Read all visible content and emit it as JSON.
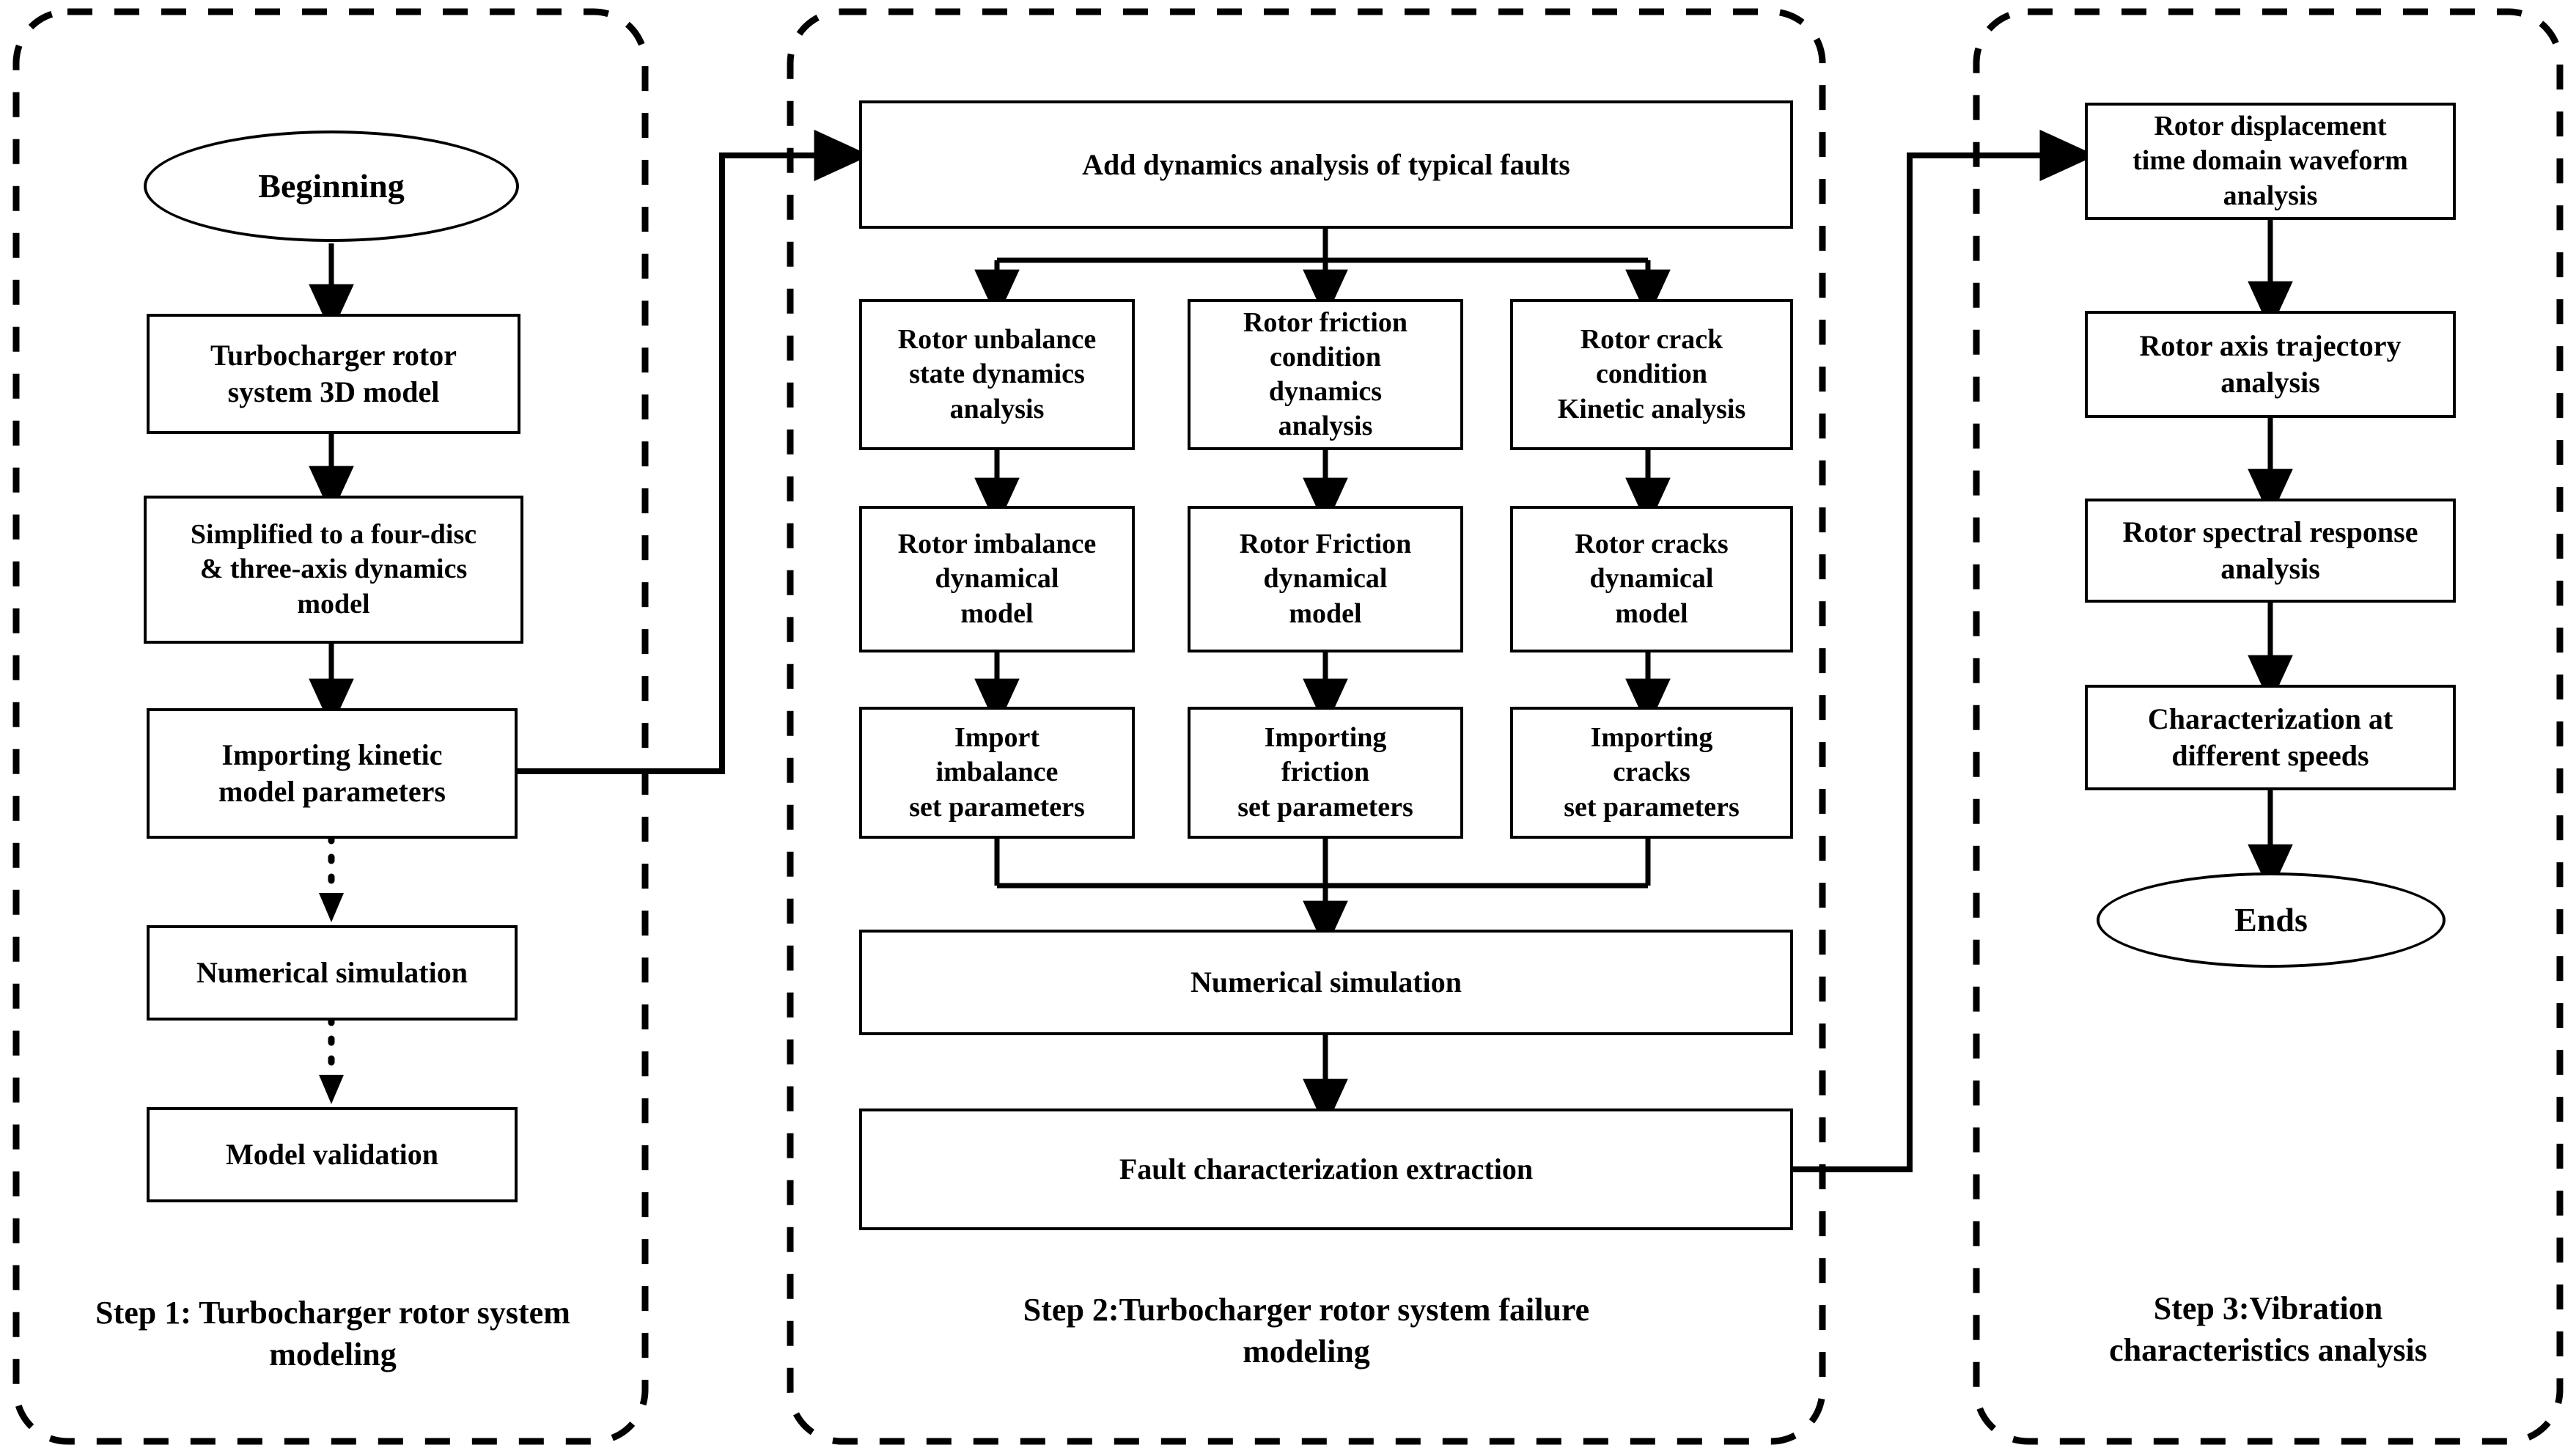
{
  "diagram": {
    "title": "Turbocharger rotor system research flowchart",
    "line_color": "#000000",
    "background_color": "#ffffff"
  },
  "steps": [
    {
      "id": "step1",
      "caption": "Step 1: Turbocharger rotor system\nmodeling",
      "nodes": [
        {
          "id": "beginning",
          "shape": "ellipse",
          "label": "Beginning"
        },
        {
          "id": "rotor_3d_model",
          "shape": "box",
          "label": "Turbocharger rotor\nsystem 3D model"
        },
        {
          "id": "simplified_model",
          "shape": "box",
          "label": "Simplified  to a four-disc\n& three-axis dynamics\nmodel"
        },
        {
          "id": "importing_kinetic",
          "shape": "box",
          "label": "Importing kinetic\nmodel parameters"
        },
        {
          "id": "numerical_sim_1",
          "shape": "box",
          "label": "Numerical simulation"
        },
        {
          "id": "model_validation",
          "shape": "box",
          "label": "Model validation"
        }
      ],
      "edges": [
        {
          "from": "beginning",
          "to": "rotor_3d_model",
          "style": "solid"
        },
        {
          "from": "rotor_3d_model",
          "to": "simplified_model",
          "style": "solid"
        },
        {
          "from": "simplified_model",
          "to": "importing_kinetic",
          "style": "solid"
        },
        {
          "from": "importing_kinetic",
          "to": "numerical_sim_1",
          "style": "dotted"
        },
        {
          "from": "numerical_sim_1",
          "to": "model_validation",
          "style": "dotted"
        }
      ]
    },
    {
      "id": "step2",
      "caption": "Step 2:Turbocharger rotor system failure\nmodeling",
      "nodes": [
        {
          "id": "add_dynamics",
          "shape": "box",
          "label": "Add dynamics analysis of typical faults"
        },
        {
          "id": "unbalance_analysis",
          "shape": "box",
          "label": "Rotor unbalance\nstate dynamics\nanalysis"
        },
        {
          "id": "friction_analysis",
          "shape": "box",
          "label": "Rotor friction\ncondition\ndynamics\nanalysis"
        },
        {
          "id": "crack_analysis",
          "shape": "box",
          "label": "Rotor crack\ncondition\nKinetic analysis"
        },
        {
          "id": "imbalance_model",
          "shape": "box",
          "label": "Rotor imbalance\ndynamical\nmodel"
        },
        {
          "id": "friction_model",
          "shape": "box",
          "label": "Rotor Friction\ndynamical\nmodel"
        },
        {
          "id": "cracks_model",
          "shape": "box",
          "label": "Rotor cracks\ndynamical\nmodel"
        },
        {
          "id": "import_imbalance",
          "shape": "box",
          "label": "Import\nimbalance\nset parameters"
        },
        {
          "id": "import_friction",
          "shape": "box",
          "label": "Importing\nfriction\nset parameters"
        },
        {
          "id": "import_cracks",
          "shape": "box",
          "label": "Importing\ncracks\nset parameters"
        },
        {
          "id": "numerical_sim_2",
          "shape": "box",
          "label": "Numerical simulation"
        },
        {
          "id": "fault_extraction",
          "shape": "box",
          "label": "Fault characterization extraction"
        }
      ],
      "edges": [
        {
          "from": "add_dynamics",
          "to": "unbalance_analysis",
          "style": "solid"
        },
        {
          "from": "add_dynamics",
          "to": "friction_analysis",
          "style": "solid"
        },
        {
          "from": "add_dynamics",
          "to": "crack_analysis",
          "style": "solid"
        },
        {
          "from": "unbalance_analysis",
          "to": "imbalance_model",
          "style": "solid"
        },
        {
          "from": "friction_analysis",
          "to": "friction_model",
          "style": "solid"
        },
        {
          "from": "crack_analysis",
          "to": "cracks_model",
          "style": "solid"
        },
        {
          "from": "imbalance_model",
          "to": "import_imbalance",
          "style": "solid"
        },
        {
          "from": "friction_model",
          "to": "import_friction",
          "style": "solid"
        },
        {
          "from": "cracks_model",
          "to": "import_cracks",
          "style": "solid"
        },
        {
          "from": "import_imbalance",
          "to": "numerical_sim_2",
          "style": "solid"
        },
        {
          "from": "import_friction",
          "to": "numerical_sim_2",
          "style": "solid"
        },
        {
          "from": "import_cracks",
          "to": "numerical_sim_2",
          "style": "solid"
        },
        {
          "from": "numerical_sim_2",
          "to": "fault_extraction",
          "style": "solid"
        }
      ]
    },
    {
      "id": "step3",
      "caption": "Step 3:Vibration\ncharacteristics analysis",
      "nodes": [
        {
          "id": "time_domain",
          "shape": "box",
          "label": "Rotor displacement\ntime domain waveform\nanalysis"
        },
        {
          "id": "axis_trajectory",
          "shape": "box",
          "label": "Rotor axis trajectory\nanalysis"
        },
        {
          "id": "spectral",
          "shape": "box",
          "label": "Rotor spectral response\nanalysis"
        },
        {
          "id": "speeds",
          "shape": "box",
          "label": "Characterization at\ndifferent speeds"
        },
        {
          "id": "ends",
          "shape": "ellipse",
          "label": "Ends"
        }
      ],
      "edges": [
        {
          "from": "time_domain",
          "to": "axis_trajectory",
          "style": "solid"
        },
        {
          "from": "axis_trajectory",
          "to": "spectral",
          "style": "solid"
        },
        {
          "from": "spectral",
          "to": "speeds",
          "style": "solid"
        },
        {
          "from": "speeds",
          "to": "ends",
          "style": "solid"
        }
      ]
    }
  ],
  "cross_step_edges": [
    {
      "from": "importing_kinetic",
      "to": "add_dynamics",
      "style": "solid"
    },
    {
      "from": "fault_extraction",
      "to": "time_domain",
      "style": "solid"
    }
  ]
}
